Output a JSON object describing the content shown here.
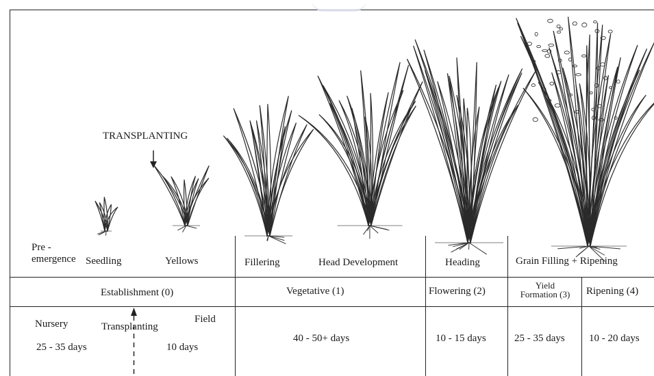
{
  "transplant_label": "TRANSPLANTING",
  "stages": {
    "pre_emergence": "Pre -\nemergence",
    "seedling": "Seedling",
    "yellows": "Yellows",
    "fillering": "Fillering",
    "head_development": "Head Development",
    "heading": "Heading",
    "grain_filling": "Grain Filling + Ripening"
  },
  "phases": {
    "establishment": "Establishment (0)",
    "vegetative": "Vegetative (1)",
    "flowering": "Flowering (2)",
    "yield_formation": "Yield\nFormation (3)",
    "ripening": "Ripening (4)"
  },
  "durations": {
    "nursery": "Nursery",
    "transplanting": "Transplanting",
    "field": "Field",
    "nursery_days": "25 - 35 days",
    "field_days": "10 days",
    "vegetative_days": "40 - 50+ days",
    "flowering_days": "10 - 15 days",
    "yield_days": "25 - 35 days",
    "ripening_days": "10 - 20 days"
  }
}
